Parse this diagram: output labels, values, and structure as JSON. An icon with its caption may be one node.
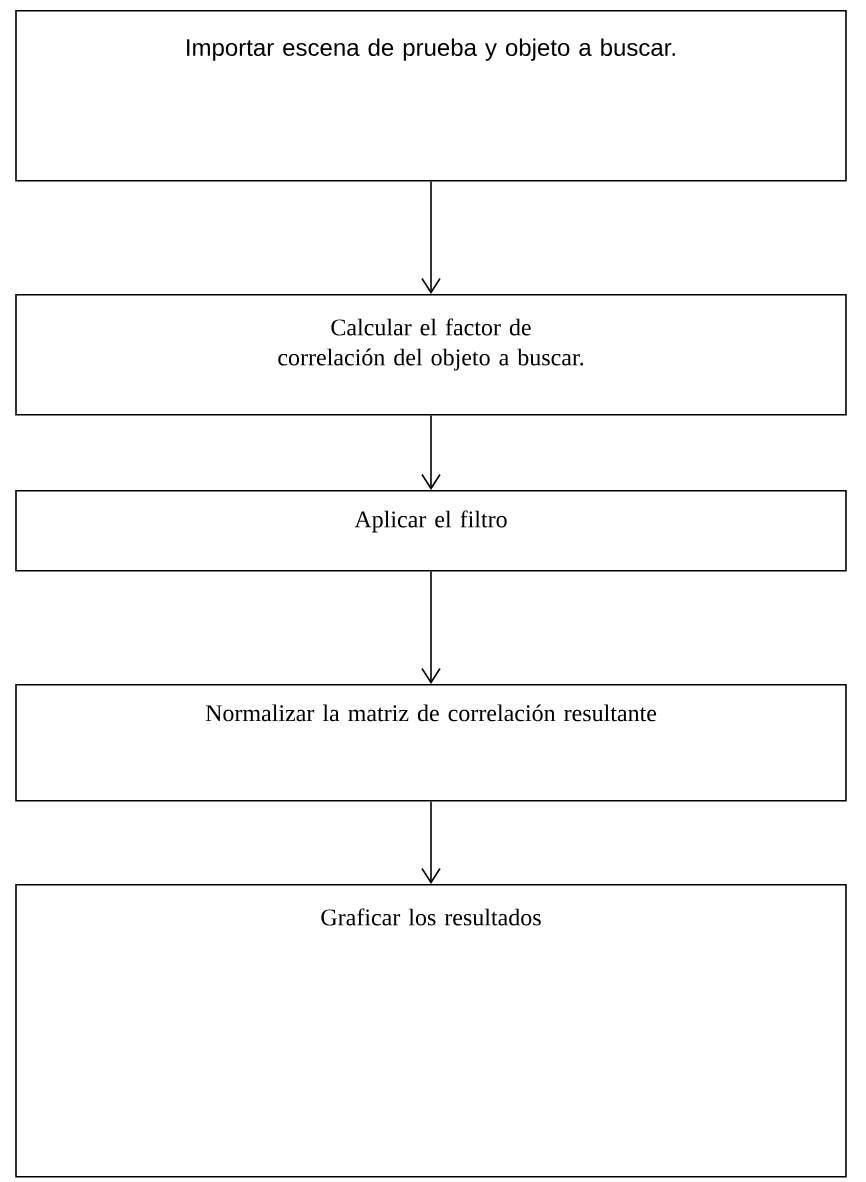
{
  "diagram": {
    "nodes": [
      {
        "text": [
          "Importar escena de prueba y objeto a buscar."
        ]
      },
      {
        "text": [
          "Calcular el factor de correlación del objeto a buscar."
        ]
      },
      {
        "text": [
          "Aplicar el filtro"
        ]
      },
      {
        "text": [
          "Normalizar la matriz de correlación resultante"
        ]
      },
      {
        "text": [
          "Graficar los resultados"
        ]
      }
    ],
    "edges": [
      {
        "from": 0,
        "to": 1,
        "arrow": "to"
      },
      {
        "from": 1,
        "to": 2,
        "arrow": "to"
      },
      {
        "from": 2,
        "to": 3,
        "arrow": "to"
      },
      {
        "from": 3,
        "to": 4,
        "arrow": "to"
      }
    ]
  }
}
